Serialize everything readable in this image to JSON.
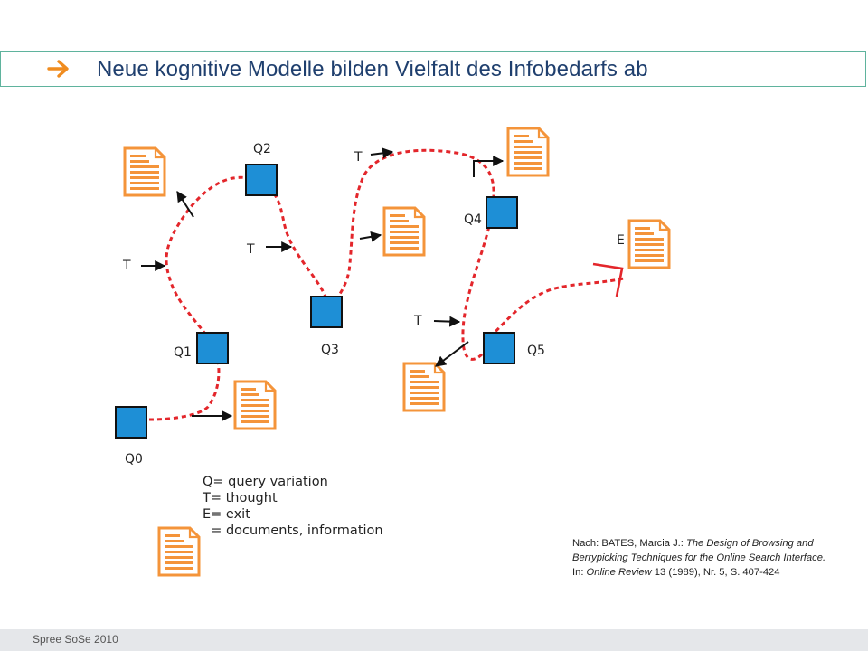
{
  "header": {
    "title": "Neue kognitive Modelle bilden Vielfalt des Infobedarfs ab",
    "arrow_icon": "right-arrow-icon"
  },
  "diagram": {
    "queries": [
      "Q0",
      "Q1",
      "Q2",
      "Q3",
      "Q4",
      "Q5"
    ],
    "thought_label": "T",
    "exit_label": "E",
    "legend": {
      "query": "Q= query  variation",
      "thought": "T= thought",
      "exit": "E= exit",
      "documents": "  = documents, information"
    },
    "colors": {
      "query_box": "#1e8fd6",
      "document": "#f4943a",
      "path": "#e3262b",
      "exit_arrow": "#e3262b"
    }
  },
  "citation": {
    "prefix": "Nach: BATES, Marcia J.: ",
    "title": "The Design of Browsing and Berrypicking Techniques for the Online Search Interface.",
    "in": " In: ",
    "journal": "Online Review",
    "rest": " 13 (1989),  Nr. 5, S. 407-424"
  },
  "footer": {
    "text": "Spree SoSe 2010"
  }
}
